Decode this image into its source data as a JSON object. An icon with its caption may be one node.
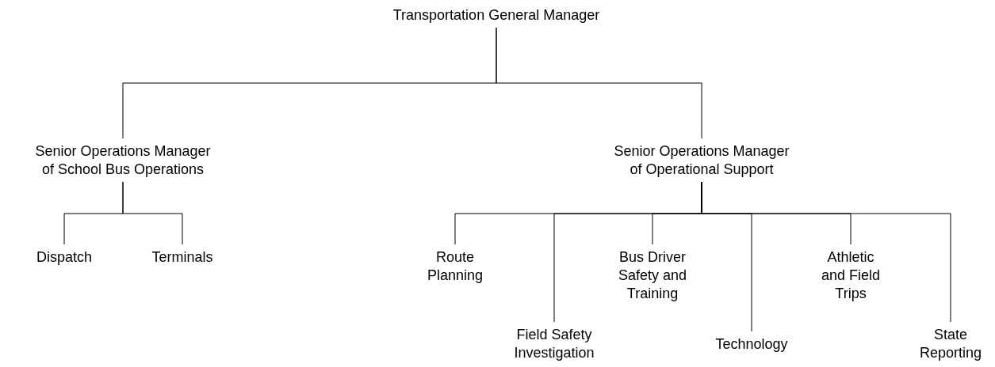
{
  "diagram": {
    "nodes": [
      {
        "text": [
          "Transportation General Manager"
        ]
      },
      {
        "text": [
          "Senior Operations Manager of School Bus Operations"
        ]
      },
      {
        "text": [
          "Senior Operations Manager of Operational Support"
        ]
      },
      {
        "text": [
          "Dispatch"
        ]
      },
      {
        "text": [
          "Terminals"
        ]
      },
      {
        "text": [
          "Route Planning"
        ]
      },
      {
        "text": [
          "Field Safety Investigation"
        ]
      },
      {
        "text": [
          "Bus Driver Safety and Training"
        ]
      },
      {
        "text": [
          "Technology"
        ]
      },
      {
        "text": [
          "Athletic and Field Trips"
        ]
      },
      {
        "text": [
          "State Reporting"
        ]
      }
    ],
    "edges": [
      {
        "from": 0,
        "to": 1,
        "arrow": "none"
      },
      {
        "from": 0,
        "to": 2,
        "arrow": "none"
      },
      {
        "from": 1,
        "to": 3,
        "arrow": "none"
      },
      {
        "from": 1,
        "to": 4,
        "arrow": "none"
      },
      {
        "from": 2,
        "to": 5,
        "arrow": "none"
      },
      {
        "from": 2,
        "to": 6,
        "arrow": "none"
      },
      {
        "from": 2,
        "to": 7,
        "arrow": "none"
      },
      {
        "from": 2,
        "to": 8,
        "arrow": "none"
      },
      {
        "from": 2,
        "to": 9,
        "arrow": "none"
      },
      {
        "from": 2,
        "to": 10,
        "arrow": "none"
      }
    ]
  }
}
